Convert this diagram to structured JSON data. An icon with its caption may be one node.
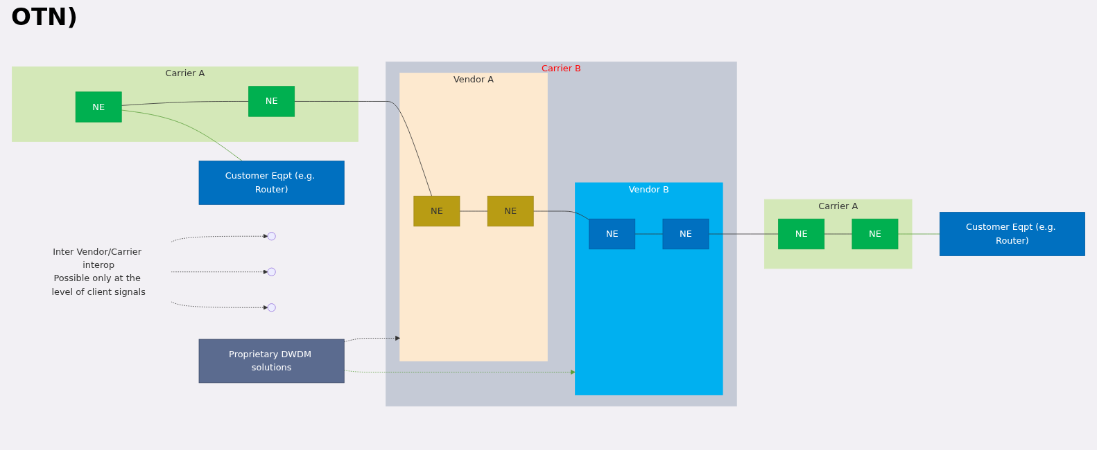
{
  "diagram": {
    "title": "OTN)",
    "nodes": [
      {
        "text": [
          "Proprietary DWDM solutions"
        ]
      },
      {
        "text": [
          "Carrier A"
        ]
      },
      {
        "text": [
          "NE"
        ],
        "in": 1
      },
      {
        "text": [
          "NE"
        ],
        "in": 1
      },
      {
        "text": [
          "Carrier B"
        ]
      },
      {
        "text": [
          "Vendor A"
        ],
        "in": 4
      },
      {
        "text": [
          "NE"
        ],
        "in": 5
      },
      {
        "text": [
          "NE"
        ],
        "in": 5
      },
      {
        "text": [
          "Vendor B"
        ],
        "in": 4
      },
      {
        "text": [
          "NE"
        ],
        "in": 8
      },
      {
        "text": [
          "NE"
        ],
        "in": 8
      },
      {
        "text": [
          "Carrier A"
        ]
      },
      {
        "text": [
          "NE"
        ],
        "in": 11
      },
      {
        "text": [
          "NE"
        ],
        "in": 11
      },
      {
        "text": [
          "Customer Eqpt (e.g. Router)"
        ]
      },
      {
        "text": [
          "Customer Eqpt (e.g. Router)"
        ]
      },
      {
        "text": [
          "Inter Vendor/Carrier interop",
          "Possible only at the level of client signals"
        ]
      }
    ],
    "edges": [
      {
        "from": 2,
        "to": 3,
        "arrow": "none"
      },
      {
        "from": 3,
        "to": 6,
        "arrow": "none"
      },
      {
        "from": 6,
        "to": 7,
        "arrow": "none"
      },
      {
        "from": 7,
        "to": 9,
        "arrow": "none"
      },
      {
        "from": 9,
        "to": 10,
        "arrow": "none"
      },
      {
        "from": 10,
        "to": 12,
        "arrow": "none"
      },
      {
        "from": 12,
        "to": 13,
        "arrow": "none"
      },
      {
        "from": 2,
        "to": 14,
        "arrow": "none",
        "color": "#5a9e3a"
      },
      {
        "from": 13,
        "to": 15,
        "arrow": "none",
        "color": "#5a9e3a"
      },
      {
        "from": 0,
        "to": 5,
        "arrow": "to",
        "style": "dashed"
      },
      {
        "from": 0,
        "to": 8,
        "arrow": "to",
        "style": "dashed",
        "color": "#5a9e3a"
      },
      {
        "from": 16,
        "to": null,
        "arrow": "to",
        "style": "dashed"
      },
      {
        "from": 16,
        "to": null,
        "arrow": "to",
        "style": "dashed"
      },
      {
        "from": 16,
        "to": null,
        "arrow": "to",
        "style": "dashed"
      }
    ]
  }
}
